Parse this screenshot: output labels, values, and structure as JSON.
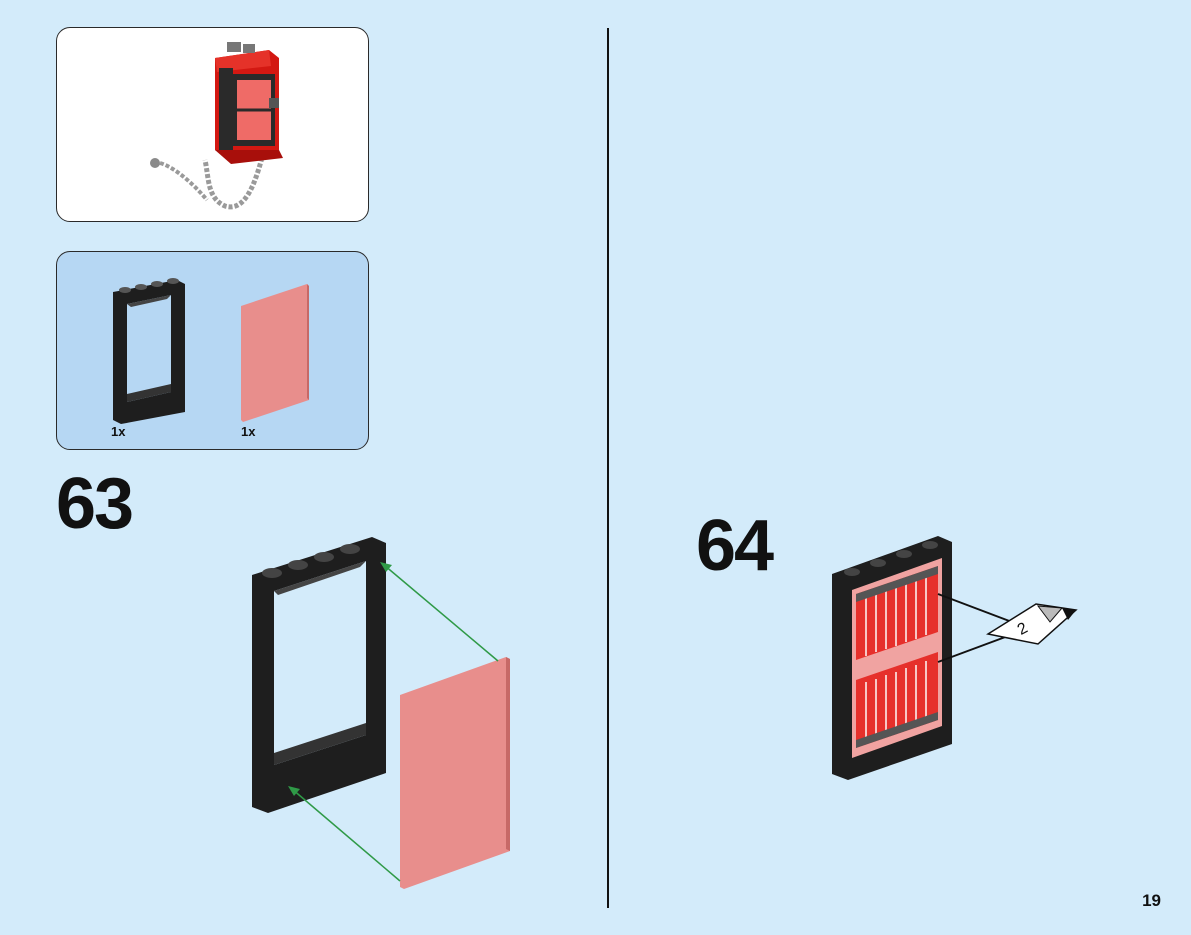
{
  "page": {
    "number": "19"
  },
  "parts_list": {
    "items": [
      {
        "name": "frame-1x4x6-black",
        "quantity": "1x"
      },
      {
        "name": "glass-1x4x6-trans-red",
        "quantity": "1x"
      }
    ]
  },
  "steps": [
    {
      "number": "63"
    },
    {
      "number": "64",
      "sticker_label": "2"
    }
  ],
  "colors": {
    "background": "#d3ebfa",
    "parts_panel": "#b6d7f3",
    "frame_black": "#1e1e1e",
    "trans_red": "#e88e8c",
    "arrow_green": "#2f9a47",
    "brick_red": "#e0221a"
  }
}
